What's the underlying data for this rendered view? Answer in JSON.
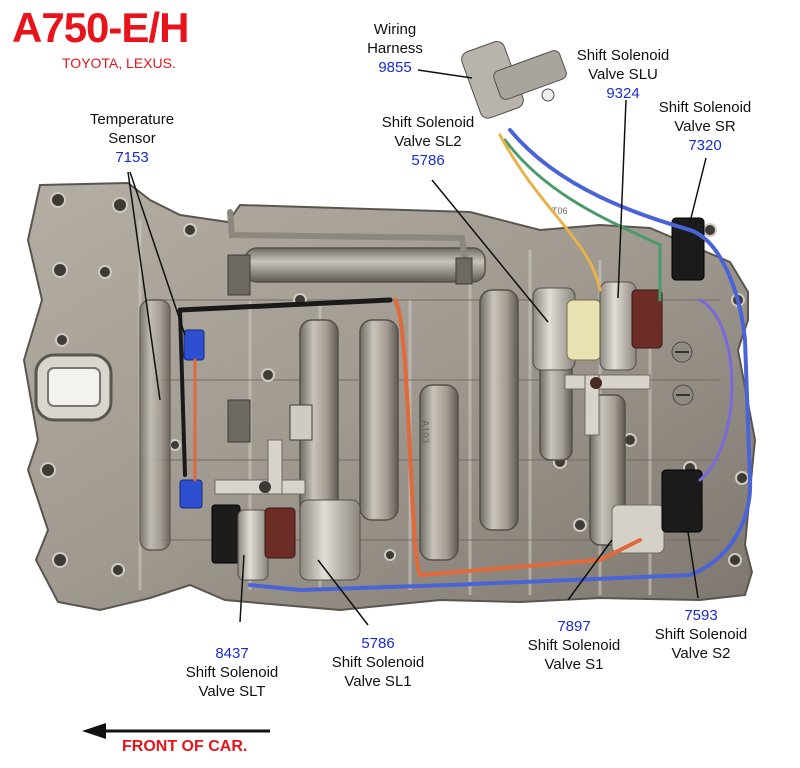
{
  "title": "A750-E/H",
  "subtitle": "TOYOTA, LEXUS.",
  "labels": {
    "wiring": {
      "l1": "Wiring",
      "l2": "Harness",
      "num": "9855"
    },
    "temp": {
      "l1": "Temperature",
      "l2": "Sensor",
      "num": "7153"
    },
    "slu": {
      "l1": "Shift Solenoid",
      "l2": "Valve SLU",
      "num": "9324"
    },
    "sl2": {
      "l1": "Shift Solenoid",
      "l2": "Valve SL2",
      "num": "5786"
    },
    "sr": {
      "l1": "Shift Solenoid",
      "l2": "Valve SR",
      "num": "7320"
    },
    "slt": {
      "num": "8437",
      "l1": "Shift Solenoid",
      "l2": "Valve SLT"
    },
    "sl1": {
      "num": "5786",
      "l1": "Shift Solenoid",
      "l2": "Valve SL1"
    },
    "s1": {
      "num": "7897",
      "l1": "Shift Solenoid",
      "l2": "Valve S1"
    },
    "s2": {
      "num": "7593",
      "l1": "Shift Solenoid",
      "l2": "Valve S2"
    }
  },
  "body_marks": {
    "t06": "T06",
    "stamp": "A193"
  },
  "footer": "FRONT OF CAR.",
  "colors": {
    "accent_red": "#e8141b",
    "part_number_blue": "#1a2bd6"
  }
}
